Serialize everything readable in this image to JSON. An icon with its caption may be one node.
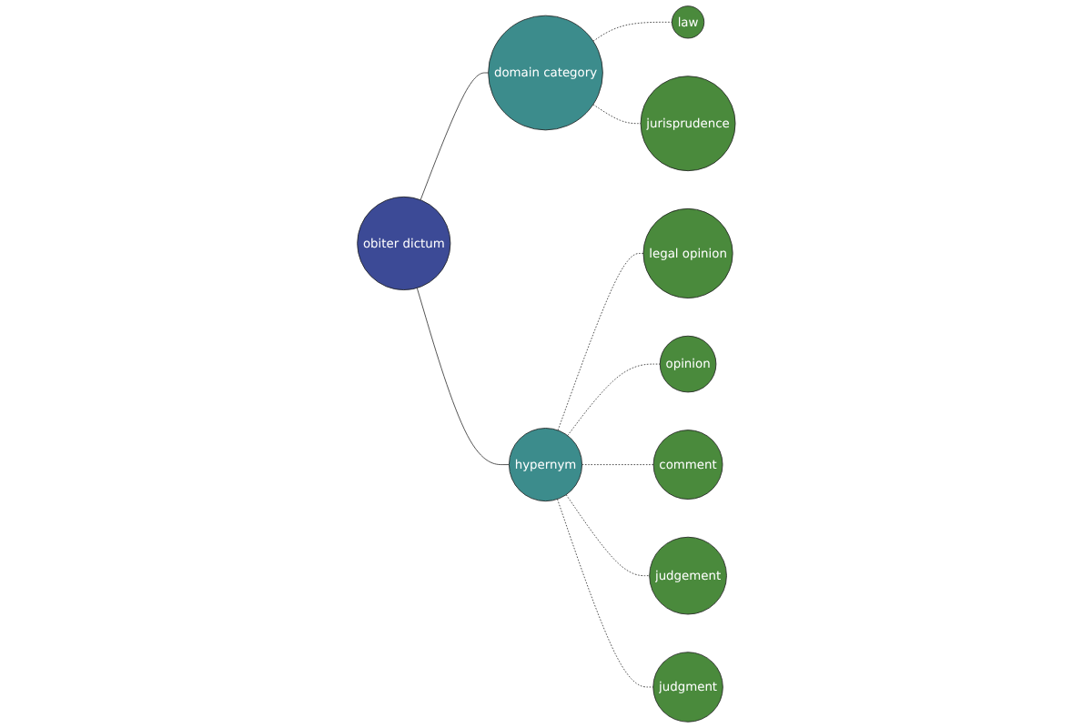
{
  "diagram": {
    "nodes": [
      {
        "text": [
          "jurisprudence"
        ]
      },
      {
        "text": [
          "legal opinion"
        ]
      },
      {
        "text": [
          "law"
        ]
      },
      {
        "text": [
          "domain category"
        ]
      },
      {
        "text": [
          "opinion"
        ]
      },
      {
        "text": [
          "obiter dictum"
        ]
      },
      {
        "text": [
          "hypernym"
        ]
      },
      {
        "text": [
          "comment"
        ]
      },
      {
        "text": [
          "judgement"
        ]
      },
      {
        "text": [
          "judgment"
        ]
      }
    ],
    "edges": [
      {
        "from": 5,
        "to": 3,
        "arrow": "none"
      },
      {
        "from": 5,
        "to": 6,
        "arrow": "none"
      },
      {
        "from": 3,
        "to": 2,
        "arrow": "none",
        "style": "dashed"
      },
      {
        "from": 3,
        "to": 0,
        "arrow": "none",
        "style": "dashed"
      },
      {
        "from": 6,
        "to": 1,
        "arrow": "none",
        "style": "dashed"
      },
      {
        "from": 6,
        "to": 4,
        "arrow": "none",
        "style": "dashed"
      },
      {
        "from": 6,
        "to": 7,
        "arrow": "none",
        "style": "dashed"
      },
      {
        "from": 6,
        "to": 8,
        "arrow": "none",
        "style": "dashed"
      },
      {
        "from": 6,
        "to": 9,
        "arrow": "none",
        "style": "dashed"
      }
    ]
  }
}
